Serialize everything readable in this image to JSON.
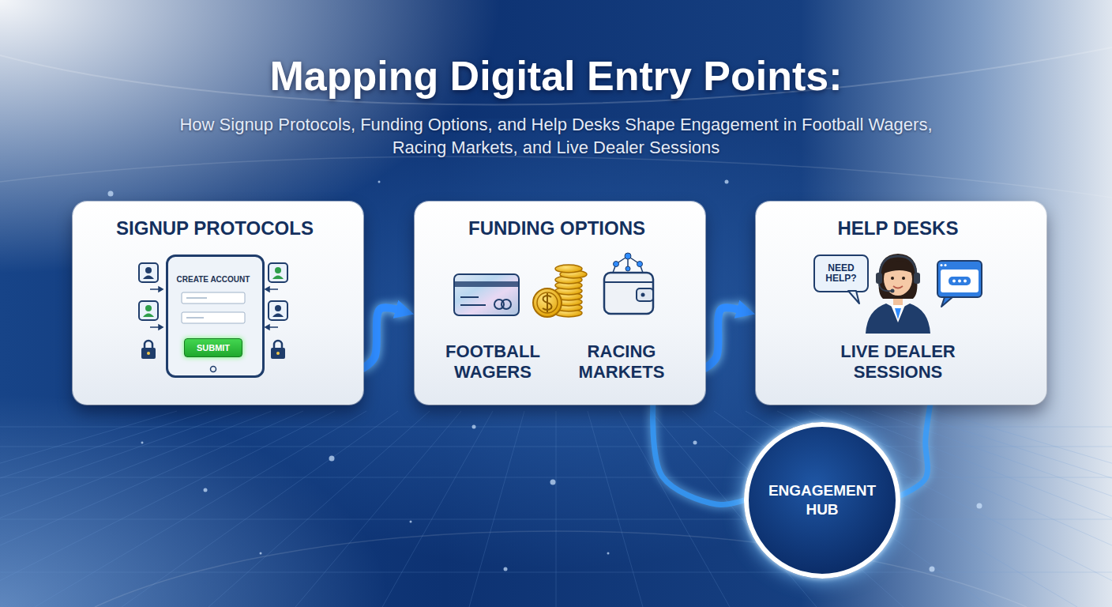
{
  "diagram": {
    "title": "Mapping Digital Entry Points:",
    "nodes": [
      {
        "text": [
          "SIGNUP PROTOCOLS"
        ]
      },
      {
        "text": [
          "CREATE ACCOUNT"
        ],
        "in": 0
      },
      {
        "text": [
          "SUBMIT"
        ],
        "in": 1
      },
      {
        "text": [
          "FUNDING OPTIONS",
          "FOOTBALL WAGERS",
          "RACING MARKETS"
        ]
      },
      {
        "text": [
          "HELP DESKS",
          "LIVE DEALER SESSIONS"
        ]
      },
      {
        "text": [
          "NEED HELP?"
        ],
        "in": 4
      },
      {
        "text": [
          "ENGAGEMENT HUB"
        ]
      }
    ],
    "edges": [
      {
        "from": 0,
        "to": 3,
        "arrow": "to"
      },
      {
        "from": 3,
        "to": 4,
        "arrow": "to"
      },
      {
        "from": 3,
        "to": 6,
        "arrow": "none"
      },
      {
        "from": 6,
        "to": 4,
        "arrow": "none"
      }
    ],
    "labels": [
      "How Signup Protocols, Funding Options, and Help Desks Shape Engagement in Football Wagers, Racing Markets, and Live Dealer Sessions"
    ]
  }
}
